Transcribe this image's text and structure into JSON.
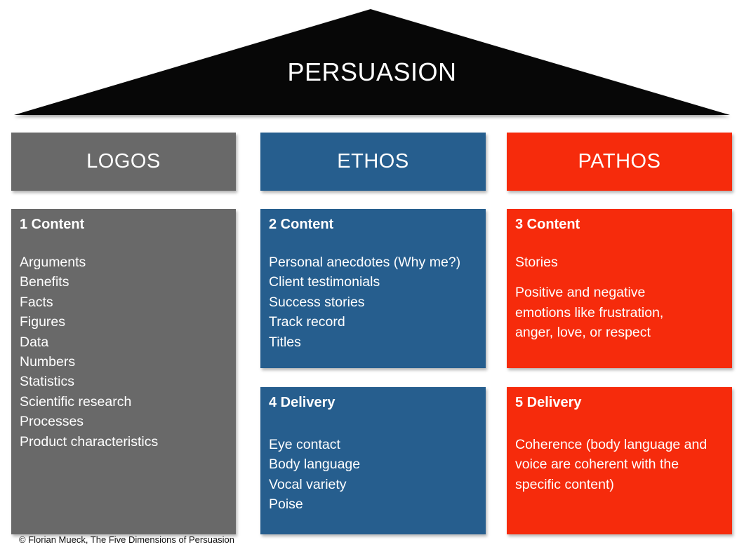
{
  "title": {
    "text": "PERSUASION"
  },
  "footer": {
    "text": "© Florian Mueck, The Five Dimensions of Persuasion"
  },
  "colors": {
    "triangle": "#070707",
    "logos": "#696969",
    "ethos": "#265E8E",
    "pathos": "#F62B0C",
    "text_on_color": "#FFFFFF"
  },
  "columns": [
    {
      "key": "logos",
      "header": "LOGOS",
      "boxes": [
        {
          "title": "1 Content",
          "paragraphs": [
            [
              "Arguments",
              "Benefits",
              "Facts",
              "Figures",
              "Data",
              "Numbers",
              "Statistics",
              "Scientific research",
              "Processes",
              "Product characteristics"
            ]
          ]
        }
      ]
    },
    {
      "key": "ethos",
      "header": "ETHOS",
      "boxes": [
        {
          "title": "2 Content",
          "paragraphs": [
            [
              "Personal anecdotes (Why me?)",
              "Client testimonials",
              "Success stories",
              "Track record",
              "Titles"
            ]
          ]
        },
        {
          "title": "4 Delivery",
          "paragraphs": [
            [
              "Eye contact",
              "Body language",
              "Vocal variety",
              "Poise"
            ]
          ]
        }
      ]
    },
    {
      "key": "pathos",
      "header": "PATHOS",
      "boxes": [
        {
          "title": "3 Content",
          "paragraphs": [
            [
              "Stories"
            ],
            [
              "Positive and negative",
              "emotions like frustration,",
              "anger, love, or respect"
            ]
          ]
        },
        {
          "title": "5 Delivery",
          "paragraphs": [
            [
              "Coherence (body language and",
              "voice are coherent with the",
              "specific content)"
            ]
          ]
        }
      ]
    }
  ]
}
